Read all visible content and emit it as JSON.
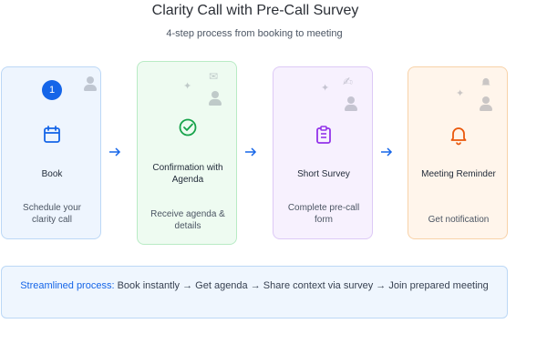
{
  "header": {
    "title": "Clarity Call with Pre-Call Survey",
    "subtitle": "4-step process from booking to meeting"
  },
  "steps": [
    {
      "badge": "1",
      "label": "Book",
      "description": "Schedule your clarity call",
      "icon": "calendar-icon",
      "color": "#1565e8"
    },
    {
      "label": "Confirmation with Agenda",
      "description": "Receive agenda & details",
      "icon": "check-circle-icon",
      "color": "#16a34a"
    },
    {
      "label": "Short Survey",
      "description": "Complete pre-call form",
      "icon": "clipboard-icon",
      "color": "#9333ea"
    },
    {
      "label": "Meeting Reminder",
      "description": "Get notification",
      "icon": "bell-icon",
      "color": "#ea580c"
    }
  ],
  "banner": {
    "highlight": "Streamlined process:",
    "text": "Book instantly → Get agenda → Share context via survey → Join prepared meeting"
  },
  "colors": {
    "accent_blue": "#1565e8",
    "accent_green": "#16a34a",
    "accent_purple": "#9333ea",
    "accent_orange": "#ea580c"
  }
}
